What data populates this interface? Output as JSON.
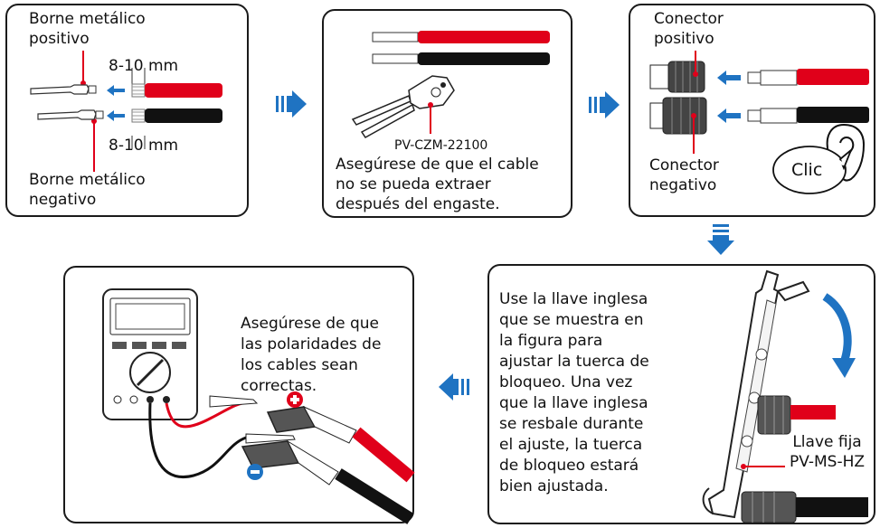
{
  "step1": {
    "positive_label": "Borne metálico\npositivo",
    "dim_top": "8-10 mm",
    "dim_bottom": "8-10 mm",
    "negative_label": "Borne metálico\nnegativo"
  },
  "step2": {
    "tool_model": "PV-CZM-22100",
    "note": "Asegúrese de que el cable\nno se pueda extraer\ndespués del engaste."
  },
  "step3": {
    "positive_connector": "Conector\npositivo",
    "negative_connector": "Conector\nnegativo",
    "click_sound": "Clic"
  },
  "step4": {
    "instruction": "Use la llave inglesa\nque se muestra en\nla figura para\najustar la tuerca de\nbloqueo. Una vez\nque la llave inglesa\nse resbale durante\nel ajuste, la tuerca\nde bloqueo estará\nbien ajustada.",
    "wrench_label": "Llave fija\nPV-MS-HZ"
  },
  "step5": {
    "note": "Asegúrese de que\nlas polaridades de\nlos cables sean\ncorrectas."
  },
  "colors": {
    "cable_positive": "#e0001a",
    "cable_negative": "#111111",
    "arrow_blue": "#1f73c2"
  }
}
